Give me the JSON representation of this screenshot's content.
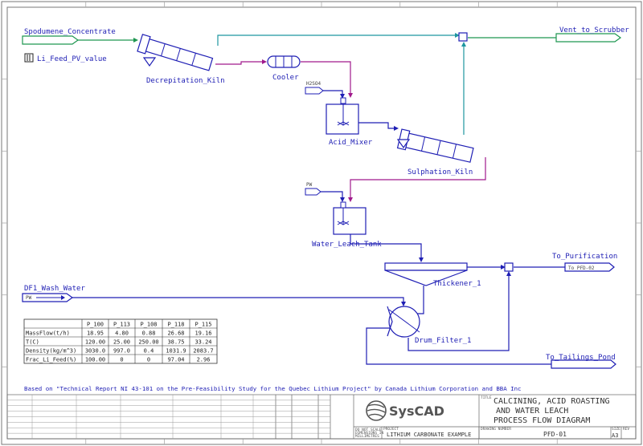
{
  "labels": {
    "spodumene": "Spodumene_Concentrate",
    "li_feed_pv": "Li_Feed_PV_value",
    "decrepitation": "Decrepitation_Kiln",
    "cooler": "Cooler",
    "h2so4": "H2SO4",
    "acid_mixer": "Acid_Mixer",
    "sulphation": "Sulphation_Kiln",
    "vent": "Vent_to_Scrubber",
    "pw": "PW",
    "water_leach": "Water_Leach_Tank",
    "thickener": "Thickener_1",
    "to_purification": "To_Purification",
    "pfd02": "To PFD-02",
    "df1_wash": "DF1_Wash_Water",
    "pw2": "PW",
    "drum_filter": "Drum_Filter_1",
    "tailings": "To_Tailings_Pond"
  },
  "table": {
    "headers": [
      "",
      "P_100",
      "P_113",
      "P_108",
      "P_118",
      "P_115"
    ],
    "rows": [
      [
        "MassFlow(t/h)",
        "18.95",
        "4.80",
        "0.88",
        "26.68",
        "19.16"
      ],
      [
        "T(C)",
        "120.00",
        "25.00",
        "250.00",
        "38.75",
        "33.24"
      ],
      [
        "Density(kg/m^3)",
        "3030.0",
        "997.0",
        "0.4",
        "1031.9",
        "2083.7"
      ],
      [
        "Frac_Li_Feed(%)",
        "100.00",
        "0",
        "0",
        "97.04",
        "2.96"
      ]
    ]
  },
  "reference": "Based on \"Technical Report NI 43-101 on the Pre-Feasibility Study for the Quebec Lithium Project\" by Canada Lithium Corporation and BBA Inc",
  "title_block": {
    "logo": "SysCAD",
    "title_lines": [
      "CALCINING, ACID ROASTING",
      "AND WATER LEACH",
      "PROCESS FLOW DIAGRAM"
    ],
    "project": "LITHIUM CARBONATE EXAMPLE",
    "do_not_scale": "DO NOT SCALE",
    "dims": "DIMENSIONS IN",
    "mm": "MILLIMETRES",
    "drawing_no": "PFD-01",
    "size": "A3",
    "rev_label": "REV",
    "project_label": "PROJECT",
    "drawing_label": "DRAWING NUMBER",
    "size_label": "SIZE",
    "title_label": "TITLE"
  },
  "colors": {
    "green": "#1e9650",
    "blue": "#1e1eb4",
    "magenta": "#a0198c",
    "teal": "#1e96a0"
  }
}
